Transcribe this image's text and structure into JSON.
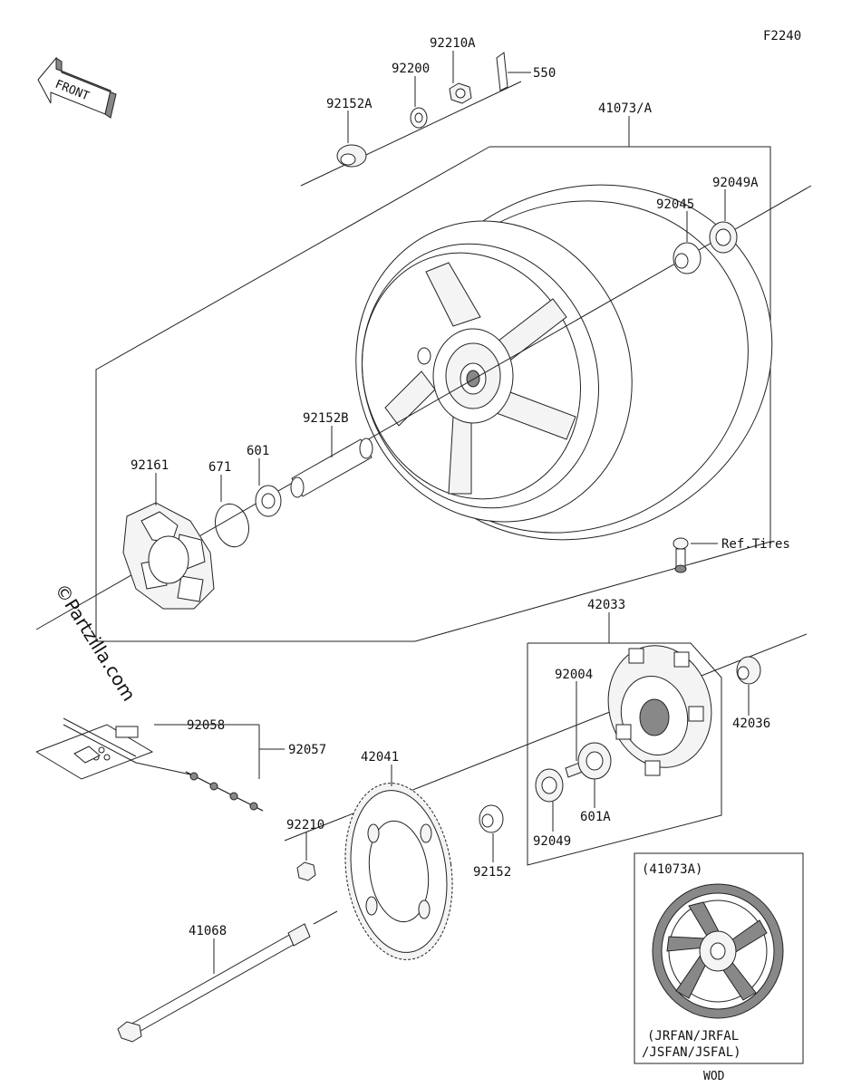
{
  "diagram_code": "F2240",
  "front_label": "FRONT",
  "watermark": "©Partzilla.com",
  "parts": {
    "p92210A": "92210A",
    "p92200": "92200",
    "p550": "550",
    "p92152A": "92152A",
    "p41073A": "41073/A",
    "p92049A": "92049A",
    "p92045": "92045",
    "p92152B": "92152B",
    "p92161": "92161",
    "p671": "671",
    "p601": "601",
    "refTires": "Ref.Tires",
    "p42033": "42033",
    "p92004": "92004",
    "p42036": "42036",
    "p92058": "92058",
    "p92057": "92057",
    "p42041": "42041",
    "p92210": "92210",
    "p92152": "92152",
    "p92049": "92049",
    "p601A": "601A",
    "p41068": "41068"
  },
  "inset": {
    "title": "(41073A)",
    "models_line1": "(JRFAN/JRFAL",
    "models_line2": "/JSFAN/JSFAL)",
    "note": "WOD"
  }
}
